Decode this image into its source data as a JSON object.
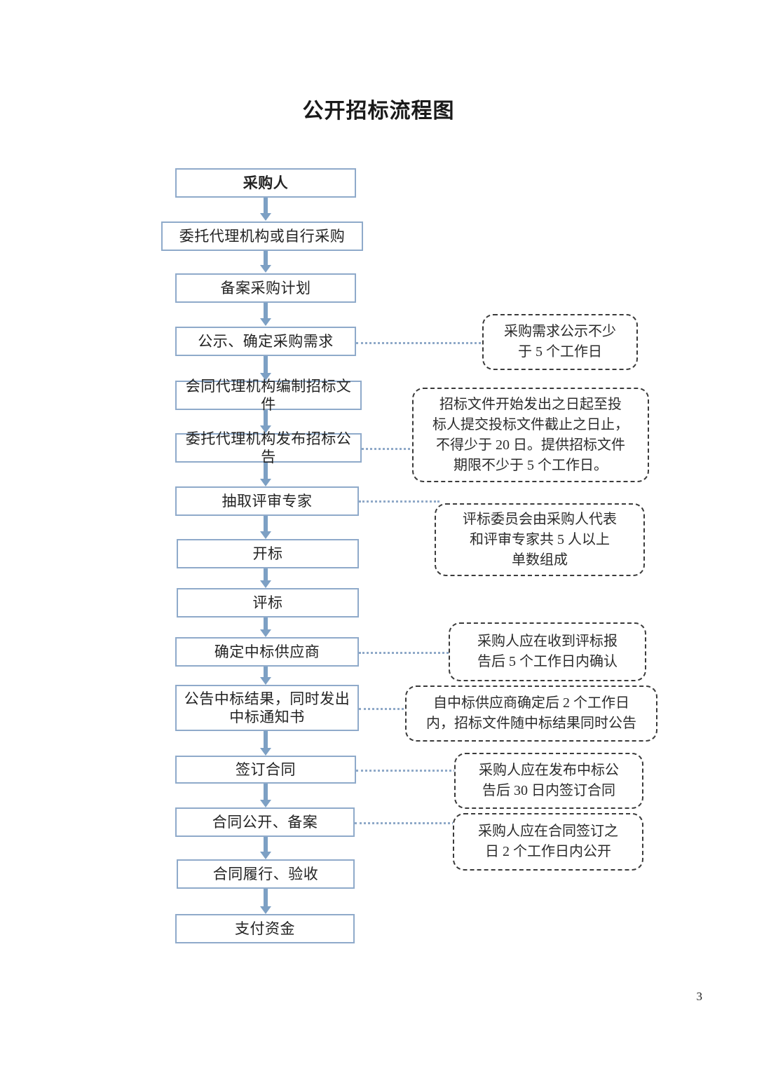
{
  "document": {
    "title": "公开招标流程图",
    "page_number": "3"
  },
  "colors": {
    "box_border": "#8faaca",
    "arrow": "#7da0c4",
    "leader_line": "#8fa9c8",
    "callout_border": "#3b3b3b",
    "text": "#232323",
    "background": "#ffffff"
  },
  "flow": {
    "steps": [
      {
        "id": "step-1",
        "label": "采购人",
        "bold": true
      },
      {
        "id": "step-2",
        "label": "委托代理机构或自行采购",
        "bold": false
      },
      {
        "id": "step-3",
        "label": "备案采购计划",
        "bold": false
      },
      {
        "id": "step-4",
        "label": "公示、确定采购需求",
        "bold": false
      },
      {
        "id": "step-5",
        "label": "会同代理机构编制招标文件",
        "bold": false
      },
      {
        "id": "step-6",
        "label": "委托代理机构发布招标公告",
        "bold": false
      },
      {
        "id": "step-7",
        "label": "抽取评审专家",
        "bold": false
      },
      {
        "id": "step-8",
        "label": "开标",
        "bold": false
      },
      {
        "id": "step-9",
        "label": "评标",
        "bold": false
      },
      {
        "id": "step-10",
        "label": "确定中标供应商",
        "bold": false
      },
      {
        "id": "step-11",
        "label": "公告中标结果，同时发出\n中标通知书",
        "bold": false
      },
      {
        "id": "step-12",
        "label": "签订合同",
        "bold": false
      },
      {
        "id": "step-13",
        "label": "合同公开、备案",
        "bold": false
      },
      {
        "id": "step-14",
        "label": "合同履行、验收",
        "bold": false
      },
      {
        "id": "step-15",
        "label": "支付资金",
        "bold": false
      }
    ]
  },
  "callouts": [
    {
      "id": "note-1",
      "text": "采购需求公示不少\n于 5 个工作日",
      "attached_to": "公示、确定采购需求"
    },
    {
      "id": "note-2",
      "text": "招标文件开始发出之日起至投\n标人提交投标文件截止之日止，\n不得少于 20 日。提供招标文件\n期限不少于 5 个工作日。",
      "attached_to": "委托代理机构发布招标公告"
    },
    {
      "id": "note-3",
      "text": "评标委员会由采购人代表\n和评审专家共 5 人以上\n单数组成",
      "attached_to": "抽取评审专家"
    },
    {
      "id": "note-4",
      "text": "采购人应在收到评标报\n告后 5 个工作日内确认",
      "attached_to": "确定中标供应商"
    },
    {
      "id": "note-5",
      "text": "自中标供应商确定后 2 个工作日\n内，招标文件随中标结果同时公告",
      "attached_to": "公告中标结果，同时发出中标通知书"
    },
    {
      "id": "note-6",
      "text": "采购人应在发布中标公\n告后 30 日内签订合同",
      "attached_to": "签订合同"
    },
    {
      "id": "note-7",
      "text": "采购人应在合同签订之\n日 2 个工作日内公开",
      "attached_to": "合同公开、备案"
    }
  ]
}
